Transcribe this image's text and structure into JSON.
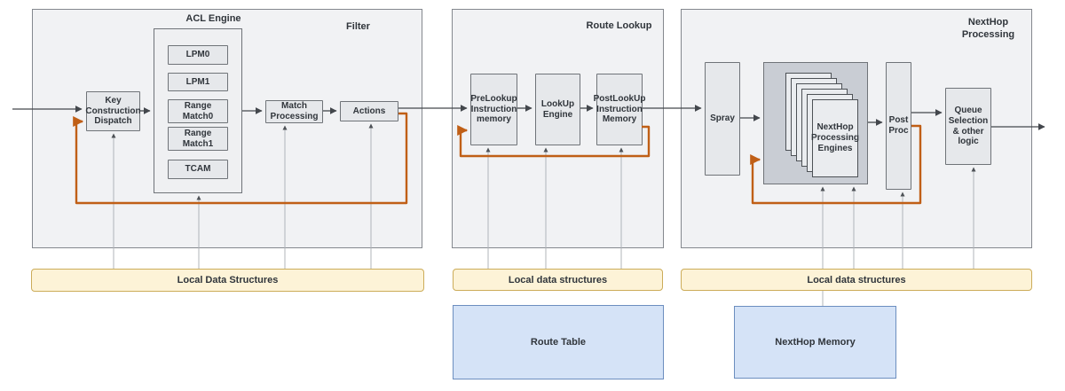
{
  "colors": {
    "section_fill": "#f1f2f4",
    "node_fill": "#e6e8eb",
    "engines_container_fill": "#c9cdd4",
    "local_data_bar_fill": "#fdf3d7",
    "local_data_bar_border": "#ccac59",
    "memory_box_fill": "#d5e3f7",
    "memory_box_border": "#6c8ebf",
    "feedback_loop_orange": "#c05f16",
    "flow_arrow": "#43474c"
  },
  "filter": {
    "section_label": "Filter",
    "acl_engine_label": "ACL Engine",
    "nodes": {
      "key_construction": "Key Construction Dispatch",
      "lpm0": "LPM0",
      "lpm1": "LPM1",
      "range_match0": "Range Match0",
      "range_match1": "Range Match1",
      "tcam": "TCAM",
      "match_processing": "Match Processing",
      "actions": "Actions"
    },
    "local_data": "Local Data Structures"
  },
  "route_lookup": {
    "section_label": "Route Lookup",
    "nodes": {
      "prelookup": "PreLookup Instruction memory",
      "lookup_engine": "LookUp Engine",
      "postlookup": "PostLookUp Instruction Memory"
    },
    "local_data": "Local data structures",
    "route_table": "Route Table"
  },
  "nexthop": {
    "section_label": "NextHop Processing",
    "nodes": {
      "spray": "Spray",
      "engines": "NextHop Processing Engines",
      "post_proc": "Post Proc",
      "queue_selection": "Queue Selection & other logic"
    },
    "local_data": "Local data structures",
    "nexthop_memory": "NextHop Memory"
  }
}
